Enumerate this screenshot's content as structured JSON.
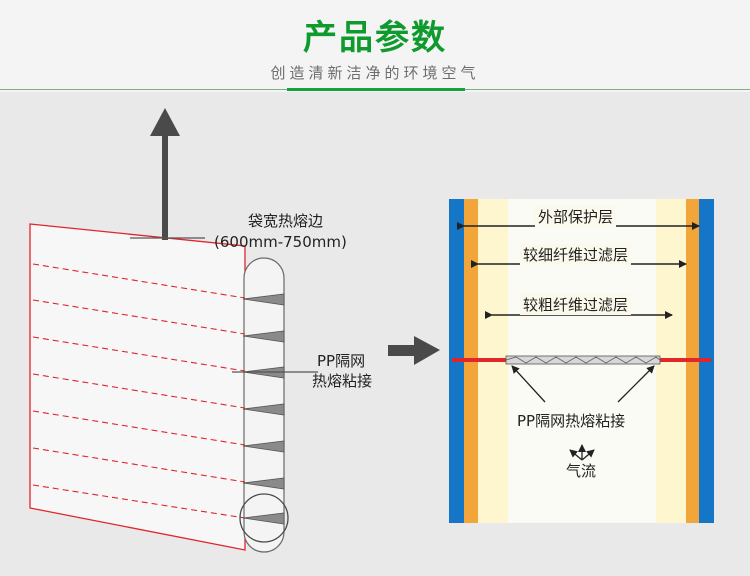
{
  "header": {
    "title": "产品参数",
    "subtitle": "创造清新洁净的环境空气"
  },
  "left_diagram": {
    "seam_label_line1": "袋宽热熔边",
    "seam_label_line2": "(600mm-750mm)",
    "pp_label_line1": "PP隔网",
    "pp_label_line2": "热熔粘接"
  },
  "right_diagram": {
    "layer_outer": "外部保护层",
    "layer_fine": "较细纤维过滤层",
    "layer_coarse": "较粗纤维过滤层",
    "pp_bond": "PP隔网热熔粘接",
    "airflow": "气流"
  },
  "colors": {
    "title_green": "#0e9a2c",
    "frame_red": "#e0252b",
    "layer_blue": "#1576c8",
    "layer_orange": "#f2a63a",
    "layer_cream": "#fdf6cf",
    "layer_white": "#fbfbf6",
    "arrow_grey": "#4a4a4a"
  }
}
